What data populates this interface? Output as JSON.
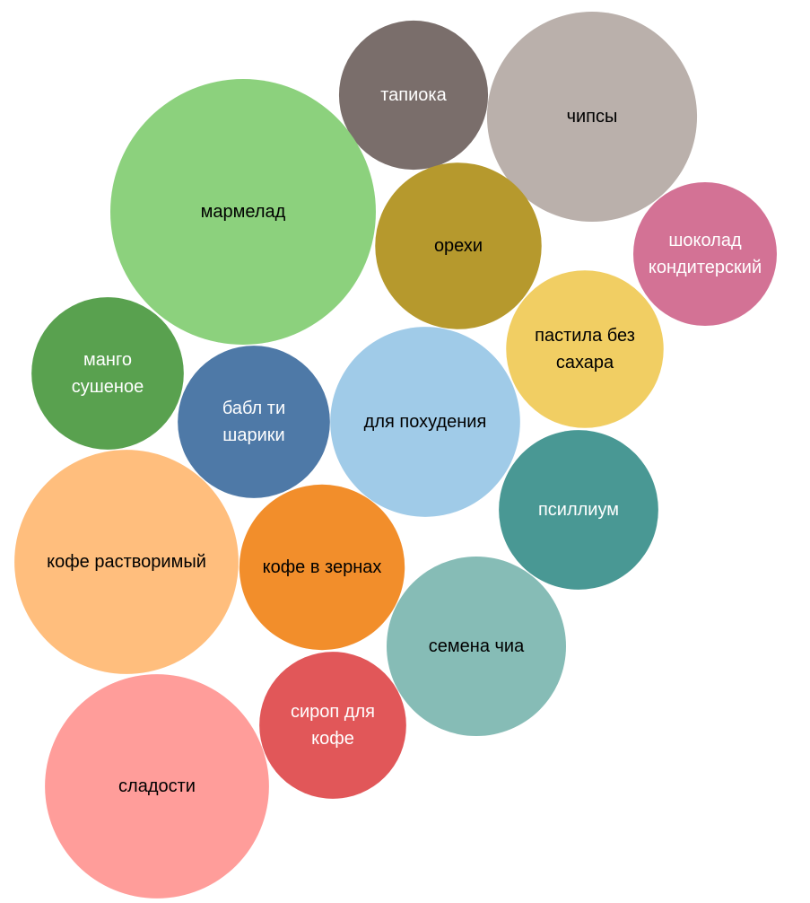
{
  "chart_data": {
    "type": "packed-bubble",
    "title": "",
    "legend": "none",
    "bubbles": [
      {
        "label": [
          "тапиока"
        ],
        "value": 69,
        "color": "#7a6e6b",
        "text_color": "#ffffff"
      },
      {
        "label": [
          "чипсы"
        ],
        "value": 137,
        "color": "#bab0ab",
        "text_color": "#000000"
      },
      {
        "label": [
          "мармелад"
        ],
        "value": 219,
        "color": "#8cd17d",
        "text_color": "#000000"
      },
      {
        "label": [
          "орехи"
        ],
        "value": 86,
        "color": "#b6992d",
        "text_color": "#000000"
      },
      {
        "label": [
          "шоколад",
          "кондитерский"
        ],
        "value": 64,
        "color": "#d37295",
        "text_color": "#ffffff"
      },
      {
        "label": [
          "пастила без",
          "сахара"
        ],
        "value": 77,
        "color": "#f1ce63",
        "text_color": "#000000"
      },
      {
        "label": [
          "манго",
          "сушеное"
        ],
        "value": 72,
        "color": "#59a14f",
        "text_color": "#ffffff"
      },
      {
        "label": [
          "бабл ти",
          "шарики"
        ],
        "value": 72,
        "color": "#4e79a7",
        "text_color": "#ffffff"
      },
      {
        "label": [
          "для похудения"
        ],
        "value": 112,
        "color": "#a0cbe8",
        "text_color": "#000000"
      },
      {
        "label": [
          "псиллиум"
        ],
        "value": 79,
        "color": "#499894",
        "text_color": "#ffffff"
      },
      {
        "label": [
          "кофе растворимый"
        ],
        "value": 156,
        "color": "#ffbe7d",
        "text_color": "#000000"
      },
      {
        "label": [
          "кофе в зернах"
        ],
        "value": 85,
        "color": "#f28e2b",
        "text_color": "#000000"
      },
      {
        "label": [
          "семена чиа"
        ],
        "value": 100,
        "color": "#86bcb6",
        "text_color": "#000000"
      },
      {
        "label": [
          "сироп для",
          "кофе"
        ],
        "value": 67,
        "color": "#e15759",
        "text_color": "#ffffff"
      },
      {
        "label": [
          "сладости"
        ],
        "value": 156,
        "color": "#ff9d9a",
        "text_color": "#000000"
      }
    ]
  }
}
